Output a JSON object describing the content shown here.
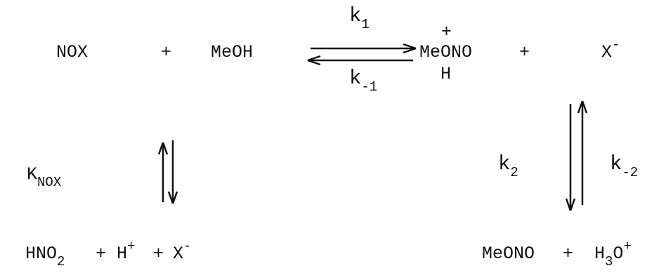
{
  "top_row": {
    "reactant_1": "NOX",
    "plus_1": "+",
    "reactant_2": "MeOH",
    "k_forward": {
      "base": "k",
      "subscript": "1"
    },
    "k_reverse": {
      "base": "k",
      "subscript": "-1"
    },
    "intermediate": {
      "charge": "+",
      "main": "MeONO",
      "below": "H"
    },
    "plus_2": "+",
    "anion": {
      "base": "X",
      "superscript": "-"
    }
  },
  "left_equilibrium": {
    "constant": {
      "base": "K",
      "subscript": "NOX"
    }
  },
  "right_equilibrium": {
    "k_forward": {
      "base": "k",
      "subscript": "2"
    },
    "k_reverse": {
      "base": "k",
      "subscript": "-2"
    }
  },
  "bottom_left": {
    "species_1": {
      "base": "HNO",
      "subscript": "2"
    },
    "plus_1": "+",
    "species_2": {
      "base": "H",
      "superscript": "+"
    },
    "plus_2": "+",
    "species_3": {
      "base": "X",
      "superscript": "-"
    }
  },
  "bottom_right": {
    "species_1": "MeONO",
    "plus": "+",
    "species_2": {
      "base": "H",
      "sub": "3",
      "mid": "O",
      "superscript": "+"
    }
  }
}
